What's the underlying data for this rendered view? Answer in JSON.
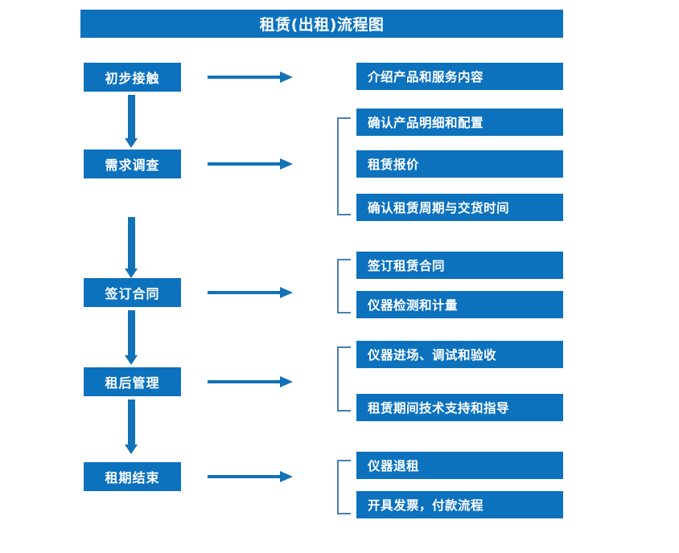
{
  "diagram": {
    "title": "租赁(出租)流程图",
    "theme": {
      "box_fill": "#0d72bd",
      "box_text": "#ffffff",
      "arrow_color": "#1272b8",
      "bracket_color": "#4a7fb5",
      "background": "#ffffff"
    },
    "stages": [
      {
        "label": "初步接触",
        "details": [
          "介绍产品和服务内容"
        ]
      },
      {
        "label": "需求调查",
        "details": [
          "确认产品明细和配置",
          "租赁报价",
          "确认租赁周期与交货时间"
        ]
      },
      {
        "label": "签订合同",
        "details": [
          "签订租赁合同",
          "仪器检测和计量"
        ]
      },
      {
        "label": "租后管理",
        "details": [
          "仪器进场、调试和验收",
          "租赁期间技术支持和指导"
        ]
      },
      {
        "label": "租期结束",
        "details": [
          "仪器退租",
          "开具发票，付款流程"
        ]
      }
    ]
  }
}
